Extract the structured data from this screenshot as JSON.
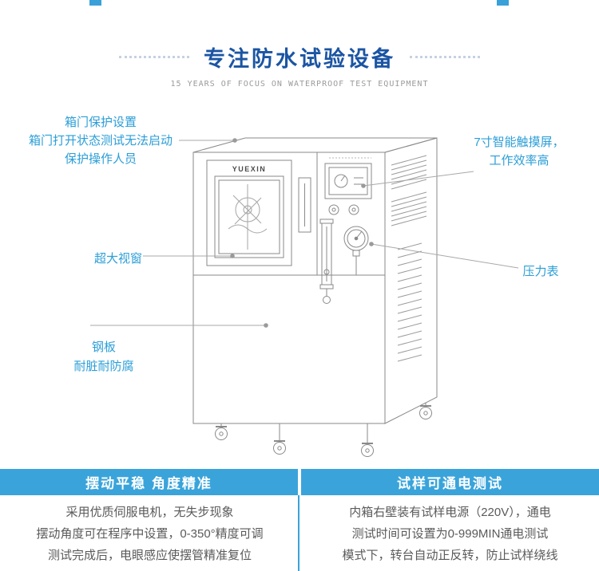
{
  "header": {
    "title": "专注防水试验设备",
    "subtitle": "15 YEARS OF FOCUS ON WATERPROOF TEST EQUIPMENT"
  },
  "machine": {
    "brand": "YUEXIN"
  },
  "callouts": {
    "door": {
      "lines": [
        "箱门保护设置",
        "箱门打开状态测试无法启动",
        "保护操作人员"
      ]
    },
    "window": {
      "label": "超大视窗"
    },
    "steel": {
      "lines": [
        "钢板",
        "耐脏耐防腐"
      ]
    },
    "screen": {
      "lines": [
        "7寸智能触摸屏，",
        "工作效率高"
      ]
    },
    "gauge": {
      "label": "压力表"
    }
  },
  "features": [
    {
      "title": "摆动平稳 角度精准",
      "lines": [
        "采用优质伺服电机，无失步现象",
        "摆动角度可在程序中设置，0-350°精度可调",
        "测试完成后，电眼感应使摆管精准复位"
      ]
    },
    {
      "title": "试样可通电测试",
      "lines": [
        "内箱右壁装有试样电源（220V），通电",
        "测试时间可设置为0-999MIN通电测试",
        "模式下，转台自动正反转，防止试样绕线"
      ]
    }
  ],
  "colors": {
    "accent_blue": "#2b9ed7",
    "title_blue": "#1b55a3",
    "bar_blue": "#3aa4da",
    "callout_line_gray": "#a8a8a8",
    "body_text_gray": "#5a5a5a"
  }
}
